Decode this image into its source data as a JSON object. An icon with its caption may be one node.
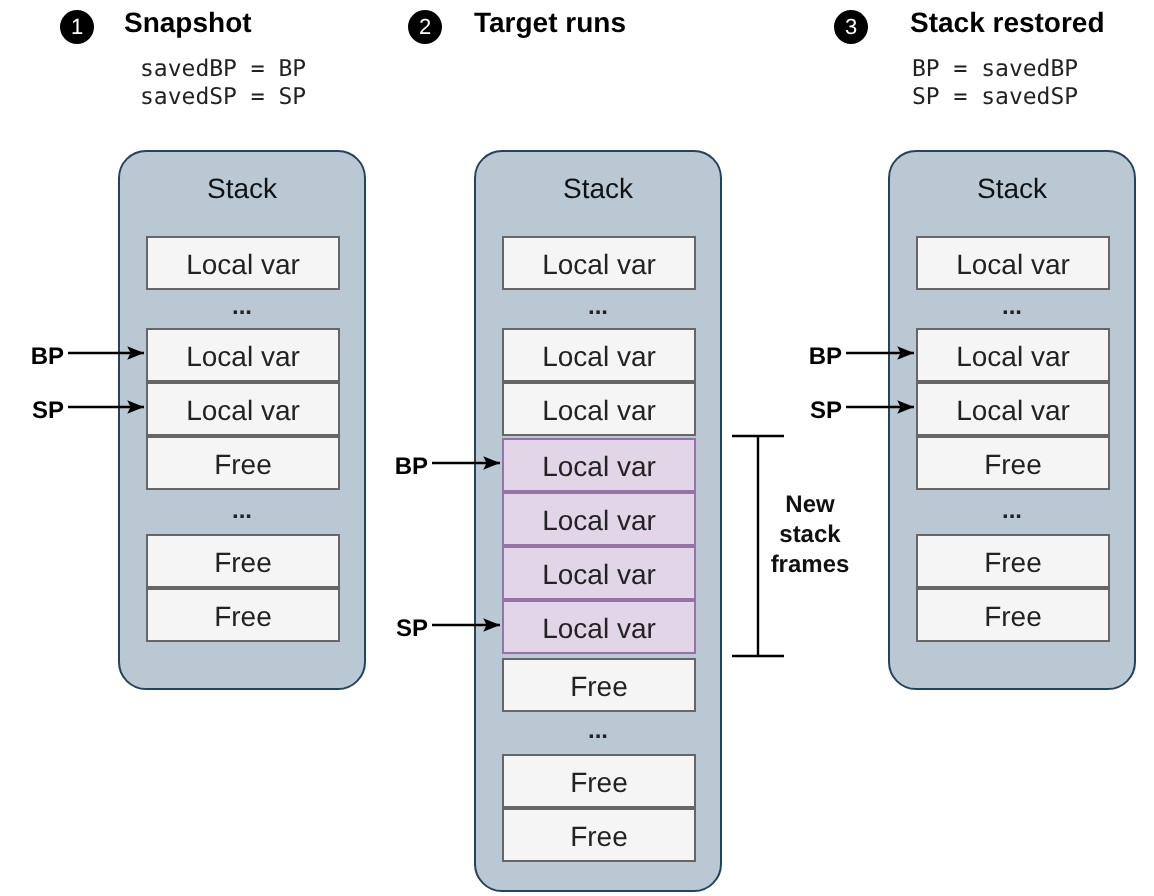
{
  "diagram": {
    "nodes": [
      {
        "text": [
          "Stack"
        ]
      },
      {
        "text": [
          "Local var"
        ],
        "in": 0
      },
      {
        "text": [
          "Local var"
        ],
        "in": 0
      },
      {
        "text": [
          "Local var"
        ],
        "in": 0
      },
      {
        "text": [
          "Free"
        ],
        "in": 0
      },
      {
        "text": [
          "Free"
        ],
        "in": 0
      },
      {
        "text": [
          "Free"
        ],
        "in": 0
      },
      {
        "text": [
          "BP"
        ]
      },
      {
        "text": [
          "SP"
        ]
      },
      {
        "text": [
          "Stack"
        ]
      },
      {
        "text": [
          "Local var"
        ],
        "in": 9
      },
      {
        "text": [
          "Local var"
        ],
        "in": 9
      },
      {
        "text": [
          "Local var"
        ],
        "in": 9
      },
      {
        "text": [
          "Local var"
        ],
        "in": 9
      },
      {
        "text": [
          "Local var"
        ],
        "in": 9
      },
      {
        "text": [
          "Local var"
        ],
        "in": 9
      },
      {
        "text": [
          "Local var"
        ],
        "in": 9
      },
      {
        "text": [
          "Free"
        ],
        "in": 9
      },
      {
        "text": [
          "Free"
        ],
        "in": 9
      },
      {
        "text": [
          "Free"
        ],
        "in": 9
      },
      {
        "text": [
          "BP"
        ]
      },
      {
        "text": [
          "SP"
        ]
      },
      {
        "text": [
          "Stack"
        ]
      },
      {
        "text": [
          "Local var"
        ],
        "in": 22
      },
      {
        "text": [
          "Local var"
        ],
        "in": 22
      },
      {
        "text": [
          "Local var"
        ],
        "in": 22
      },
      {
        "text": [
          "Free"
        ],
        "in": 22
      },
      {
        "text": [
          "Free"
        ],
        "in": 22
      },
      {
        "text": [
          "Free"
        ],
        "in": 22
      },
      {
        "text": [
          "BP"
        ]
      },
      {
        "text": [
          "SP"
        ]
      }
    ],
    "edges": [
      {
        "from": 7,
        "to": 2,
        "arrow": "to"
      },
      {
        "from": 8,
        "to": 3,
        "arrow": "to"
      },
      {
        "from": 20,
        "to": 13,
        "arrow": "to"
      },
      {
        "from": 21,
        "to": 16,
        "arrow": "to"
      },
      {
        "from": 29,
        "to": 24,
        "arrow": "to"
      },
      {
        "from": 30,
        "to": 25,
        "arrow": "to"
      }
    ],
    "labels": [
      "1",
      "Snapshot",
      "2",
      "Target runs",
      "3",
      "Stack restored",
      "savedBP = BP",
      "savedSP = SP",
      "BP = savedBP",
      "SP = savedSP",
      "...",
      "...",
      "...",
      "...",
      "...",
      "...",
      "New stack frames"
    ]
  }
}
